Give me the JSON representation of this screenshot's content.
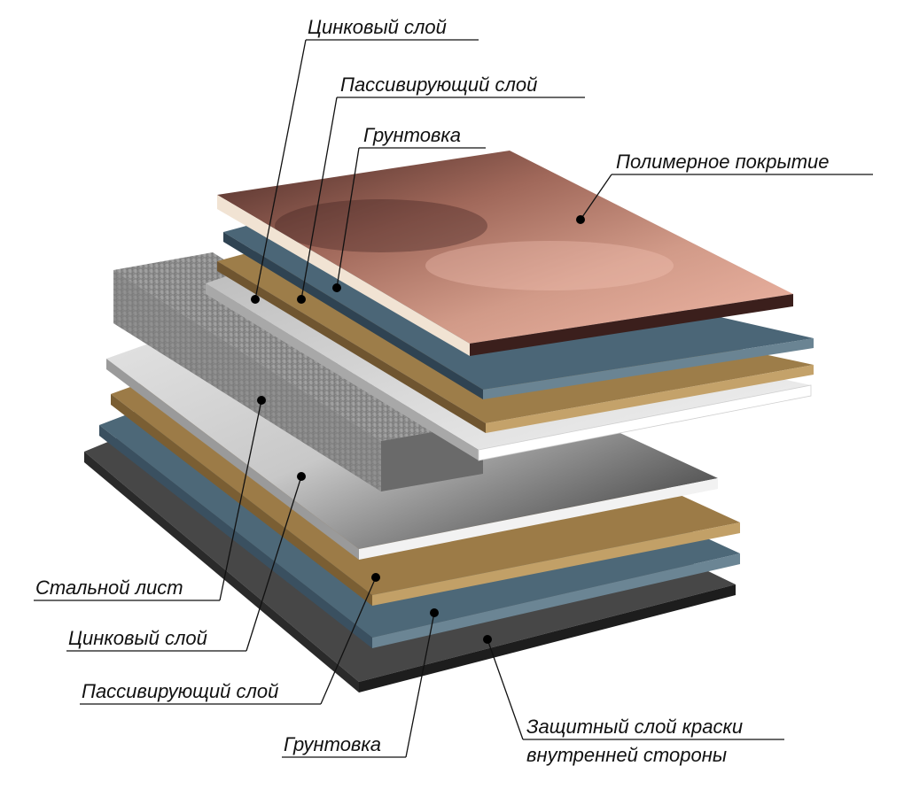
{
  "labels": {
    "top_zinc": "Цинковый слой",
    "top_passivating": "Пассивирующий слой",
    "top_primer": "Грунтовка",
    "polymer": "Полимерное покрытие",
    "steel": "Стальной лист",
    "bottom_zinc": "Цинковый слой",
    "bottom_passivating": "Пассивирующий слой",
    "bottom_primer": "Грунтовка",
    "back_paint_line1": "Защитный слой краски",
    "back_paint_line2": "внутренней стороны"
  },
  "colors": {
    "polymer": "#c98a78",
    "polymer_dark": "#3c2020",
    "polymer_edge": "#f2e6d6",
    "primer": "#4c6778",
    "passivating": "#9e7c47",
    "zinc": "#d2d2d2",
    "steel": "#8a8a8a",
    "back_paint": "#464646"
  }
}
